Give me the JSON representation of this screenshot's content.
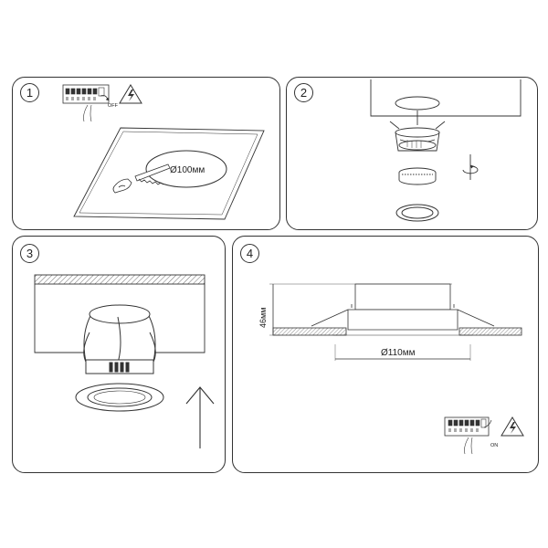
{
  "steps": [
    {
      "number": "1",
      "switch_label": "OFF",
      "hole_label": "Ø100мм"
    },
    {
      "number": "2"
    },
    {
      "number": "3"
    },
    {
      "number": "4",
      "height_label": "46мм",
      "diameter_label": "Ø110мм",
      "switch_label": "ON"
    }
  ]
}
